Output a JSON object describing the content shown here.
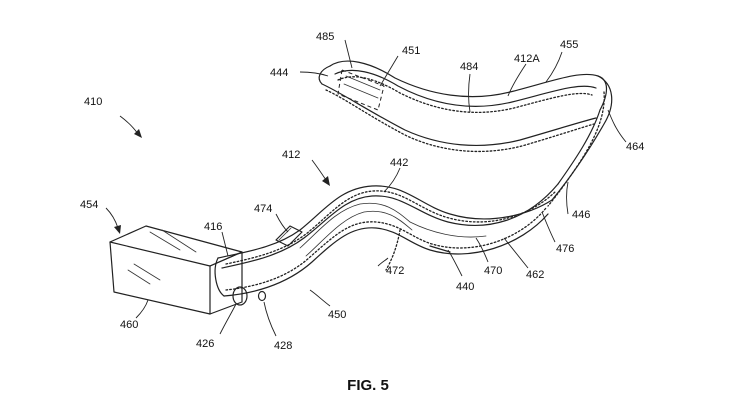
{
  "figure": {
    "caption": "FIG. 5",
    "reference_numerals": [
      "410",
      "412",
      "412A",
      "416",
      "426",
      "428",
      "440",
      "442",
      "444",
      "446",
      "450",
      "451",
      "454",
      "455",
      "460",
      "462",
      "464",
      "470",
      "472",
      "474",
      "476",
      "484",
      "485"
    ]
  }
}
